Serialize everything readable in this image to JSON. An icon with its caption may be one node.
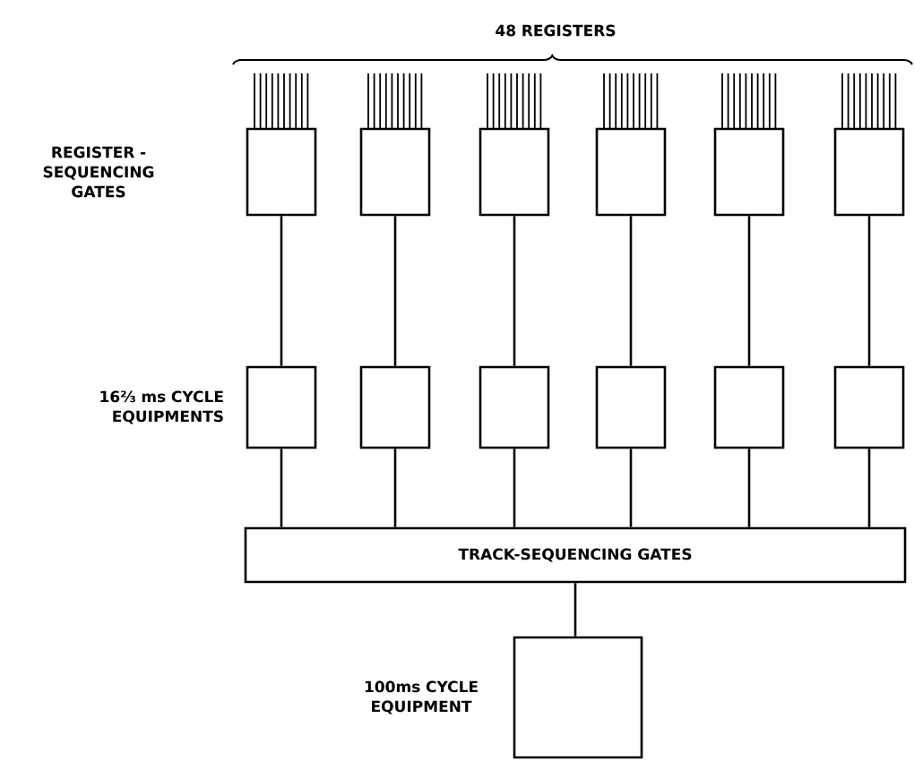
{
  "diagram": {
    "nodes": [
      {
        "text": [],
        "shape": "box"
      },
      {
        "text": [],
        "shape": "box"
      },
      {
        "text": [],
        "shape": "box"
      },
      {
        "text": [],
        "shape": "box"
      },
      {
        "text": [],
        "shape": "box"
      },
      {
        "text": [],
        "shape": "box"
      },
      {
        "text": [],
        "shape": "box"
      },
      {
        "text": [],
        "shape": "box"
      },
      {
        "text": [],
        "shape": "box"
      },
      {
        "text": [],
        "shape": "box"
      },
      {
        "text": [],
        "shape": "box"
      },
      {
        "text": [],
        "shape": "box"
      },
      {
        "text": [
          "TRACK-SEQUENCING GATES"
        ]
      },
      {
        "text": [],
        "shape": "box",
        "beside": [
          "100ms CYCLE EQUIPMENT"
        ]
      }
    ],
    "edges": [
      {
        "from": 0,
        "to": 6,
        "arrow": "none"
      },
      {
        "from": 1,
        "to": 7,
        "arrow": "none"
      },
      {
        "from": 2,
        "to": 8,
        "arrow": "none"
      },
      {
        "from": 3,
        "to": 9,
        "arrow": "none"
      },
      {
        "from": 4,
        "to": 10,
        "arrow": "none"
      },
      {
        "from": 5,
        "to": 11,
        "arrow": "none"
      },
      {
        "from": 6,
        "to": 12,
        "arrow": "none"
      },
      {
        "from": 7,
        "to": 12,
        "arrow": "none"
      },
      {
        "from": 8,
        "to": 12,
        "arrow": "none"
      },
      {
        "from": 9,
        "to": 12,
        "arrow": "none"
      },
      {
        "from": 10,
        "to": 12,
        "arrow": "none"
      },
      {
        "from": 11,
        "to": 12,
        "arrow": "none"
      },
      {
        "from": 12,
        "to": 13,
        "arrow": "none"
      }
    ],
    "labels": [
      "48 REGISTERS",
      "REGISTER - SEQUENCING GATES",
      "16⅔ ms CYCLE EQUIPMENTS"
    ]
  }
}
